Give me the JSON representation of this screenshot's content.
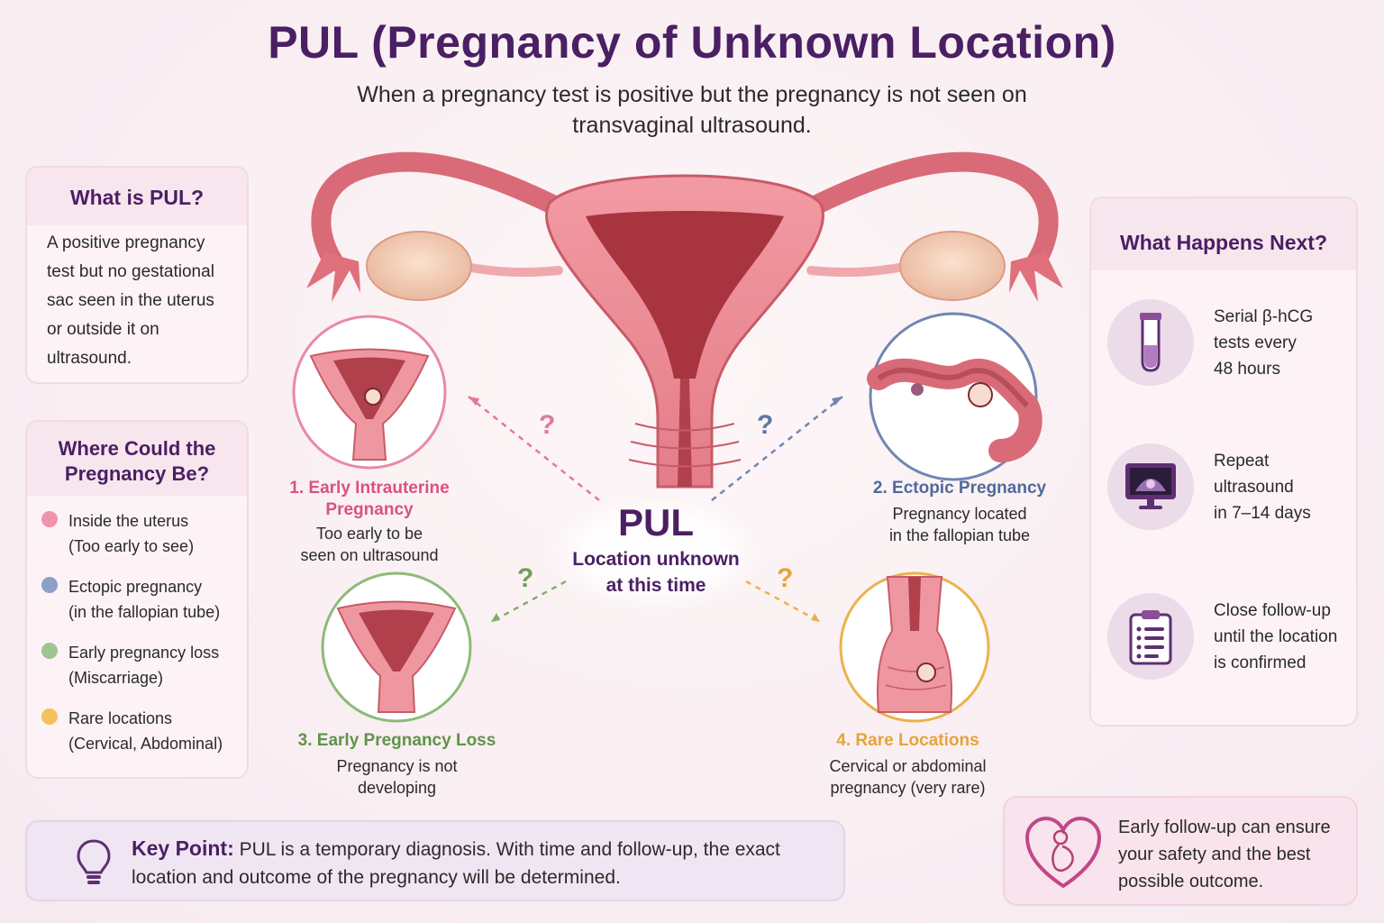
{
  "title": "PUL (Pregnancy of Unknown Location)",
  "subtitle": "When a pregnancy test is positive but the pregnancy is not seen on transvaginal ultrasound.",
  "what_is": {
    "heading": "What is PUL?",
    "body": "A positive pregnancy test but no gestational sac seen in the uterus or outside it on ultrasound."
  },
  "where": {
    "heading": "Where Could the Pregnancy Be?",
    "items": [
      {
        "line1": "Inside the uterus",
        "line2": "(Too early to see)",
        "color": "#ee95ad"
      },
      {
        "line1": "Ectopic pregnancy",
        "line2": "(in the fallopian tube)",
        "color": "#8aa0c6"
      },
      {
        "line1": "Early pregnancy loss",
        "line2": "(Miscarriage)",
        "color": "#9fc48f"
      },
      {
        "line1": "Rare locations",
        "line2": "(Cervical, Abdominal)",
        "color": "#f3c25f"
      }
    ]
  },
  "center": {
    "big": "PUL",
    "line1": "Location unknown",
    "line2": "at this time"
  },
  "outcomes": [
    {
      "label1": "1. Early Intrauterine",
      "label2": "Pregnancy",
      "desc1": "Too early to be",
      "desc2": "seen on ultrasound",
      "color": "#d9527e"
    },
    {
      "label1": "2. Ectopic Pregnancy",
      "label2": "",
      "desc1": "Pregnancy located",
      "desc2": "in the fallopian tube",
      "color": "#4f6a9a"
    },
    {
      "label1": "3. Early Pregnancy Loss",
      "label2": "",
      "desc1": "Pregnancy is not",
      "desc2": "developing",
      "color": "#5e9448"
    },
    {
      "label1": "4. Rare Locations",
      "label2": "",
      "desc1": "Cervical or abdominal",
      "desc2": "pregnancy (very rare)",
      "color": "#e6a43a"
    }
  ],
  "qmark": "?",
  "next": {
    "heading": "What Happens Next?",
    "steps": [
      {
        "l1": "Serial β-hCG",
        "l2": "tests every",
        "l3": "48 hours",
        "icon": "test-tube-icon"
      },
      {
        "l1": "Repeat",
        "l2": "ultrasound",
        "l3": "in 7–14 days",
        "icon": "ultrasound-monitor-icon"
      },
      {
        "l1": "Close follow-up",
        "l2": "until the location",
        "l3": "is confirmed",
        "icon": "clipboard-icon"
      }
    ]
  },
  "key_point": {
    "label": "Key Point:",
    "text": " PUL is a temporary diagnosis. With time and follow-up, the exact location and outcome of the pregnancy will be determined."
  },
  "safety": {
    "text": "Early follow-up can ensure your safety and the best possible outcome."
  },
  "colors": {
    "accent": "#4a1f63",
    "uterus": "#e98a95",
    "uterus_dark": "#b2454f"
  }
}
